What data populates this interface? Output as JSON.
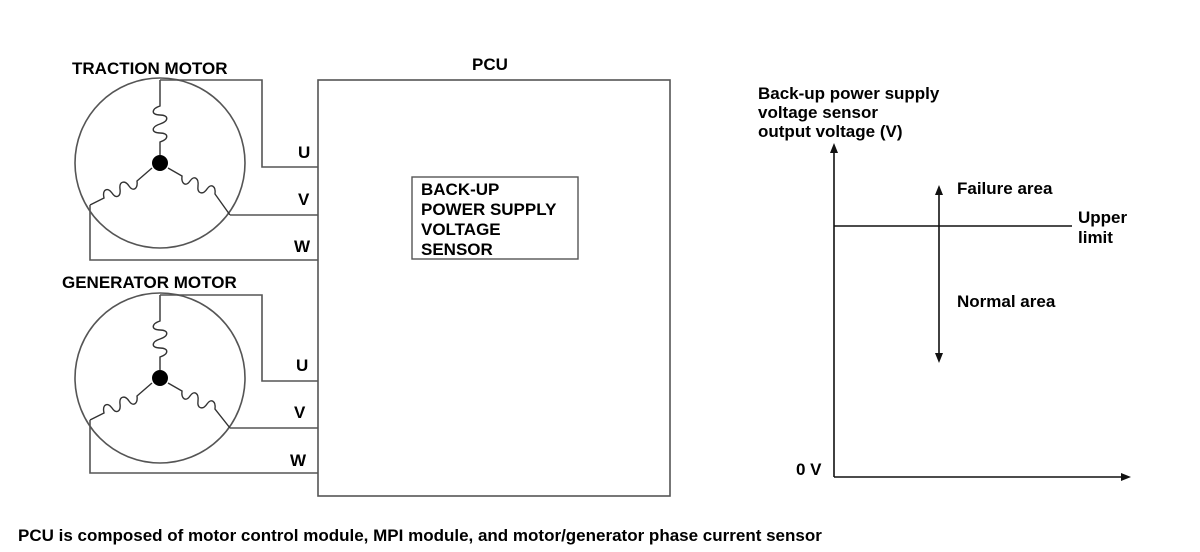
{
  "motors": {
    "traction_title": "TRACTION MOTOR",
    "generator_title": "GENERATOR MOTOR"
  },
  "pcu": {
    "title": "PCU",
    "sensor_lines": [
      "BACK-UP",
      "POWER SUPPLY",
      "VOLTAGE",
      "SENSOR"
    ]
  },
  "phases": {
    "u": "U",
    "v": "V",
    "w": "W"
  },
  "graph": {
    "ylabel_lines": [
      "Back-up power supply",
      "voltage sensor",
      "output voltage (V)"
    ],
    "failure_area": "Failure area",
    "normal_area": "Normal area",
    "upper_limit_lines": [
      "Upper",
      "limit"
    ],
    "zero_label": "0 V"
  },
  "caption": "PCU is composed of motor control module, MPI module, and motor/generator phase current sensor",
  "colors": {
    "line": "#555555",
    "text": "#000000",
    "background": "#ffffff"
  }
}
